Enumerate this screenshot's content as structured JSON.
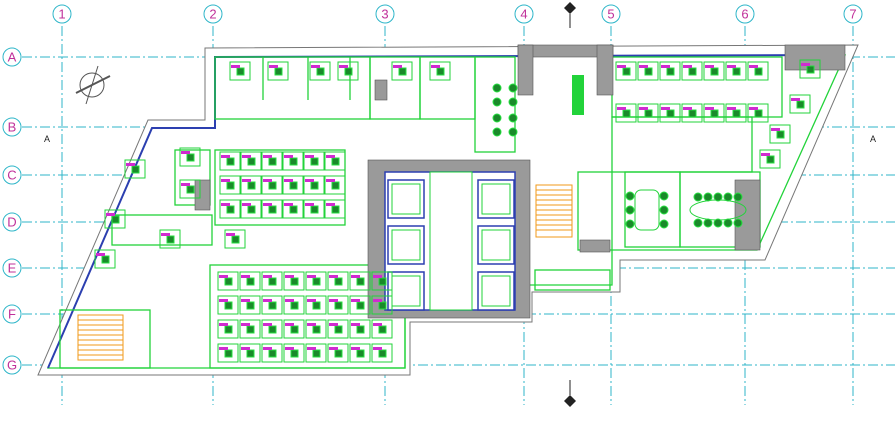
{
  "title": "Office floor plan",
  "grid": {
    "columns": [
      "1",
      "2",
      "3",
      "4",
      "5",
      "6",
      "7"
    ],
    "rows": [
      "A",
      "B",
      "C",
      "D",
      "E",
      "F",
      "G"
    ]
  },
  "section_markers": {
    "left": "A",
    "right": "A"
  },
  "colors": {
    "grid": "#2fb6c9",
    "walls": "#22d33a",
    "furniture": "#1a8a2a",
    "labels": "#d02bd0",
    "stairs": "#f09a1a",
    "structure": "#2c3fb0"
  }
}
